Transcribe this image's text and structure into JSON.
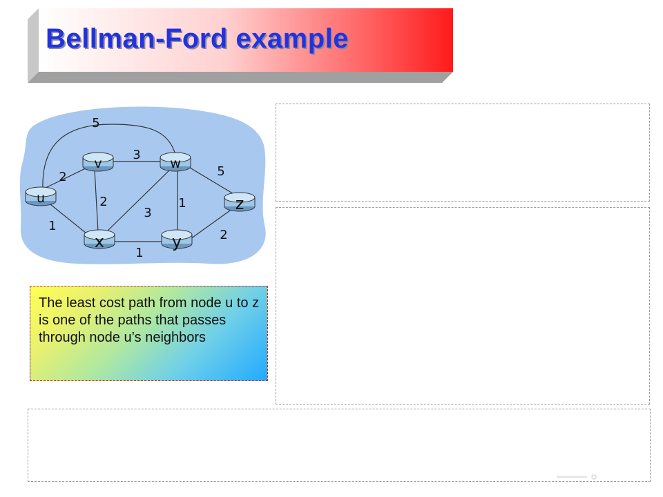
{
  "slide": {
    "title": "Bellman-Ford example",
    "note": "The least cost path from node u to z is one of the paths that passes through node u’s neighbors"
  },
  "graph": {
    "nodes": [
      {
        "id": "u",
        "label": "u"
      },
      {
        "id": "v",
        "label": "v"
      },
      {
        "id": "w",
        "label": "w"
      },
      {
        "id": "x",
        "label": "x"
      },
      {
        "id": "y",
        "label": "y"
      },
      {
        "id": "z",
        "label": "z"
      }
    ],
    "edges": [
      {
        "from": "u",
        "to": "w",
        "cost": "5"
      },
      {
        "from": "v",
        "to": "w",
        "cost": "3"
      },
      {
        "from": "u",
        "to": "v",
        "cost": "2"
      },
      {
        "from": "w",
        "to": "z",
        "cost": "5"
      },
      {
        "from": "v",
        "to": "x",
        "cost": "2"
      },
      {
        "from": "w",
        "to": "y",
        "cost": "1"
      },
      {
        "from": "x",
        "to": "w",
        "cost": "3"
      },
      {
        "from": "u",
        "to": "x",
        "cost": "1"
      },
      {
        "from": "y",
        "to": "z",
        "cost": "2"
      },
      {
        "from": "x",
        "to": "y",
        "cost": "1"
      }
    ]
  },
  "colors": {
    "title_text": "#2233dd",
    "cloud_fill": "#a8c8f0",
    "router_fill": "#9ec6e6",
    "banner_red": "#ff2a2a"
  }
}
